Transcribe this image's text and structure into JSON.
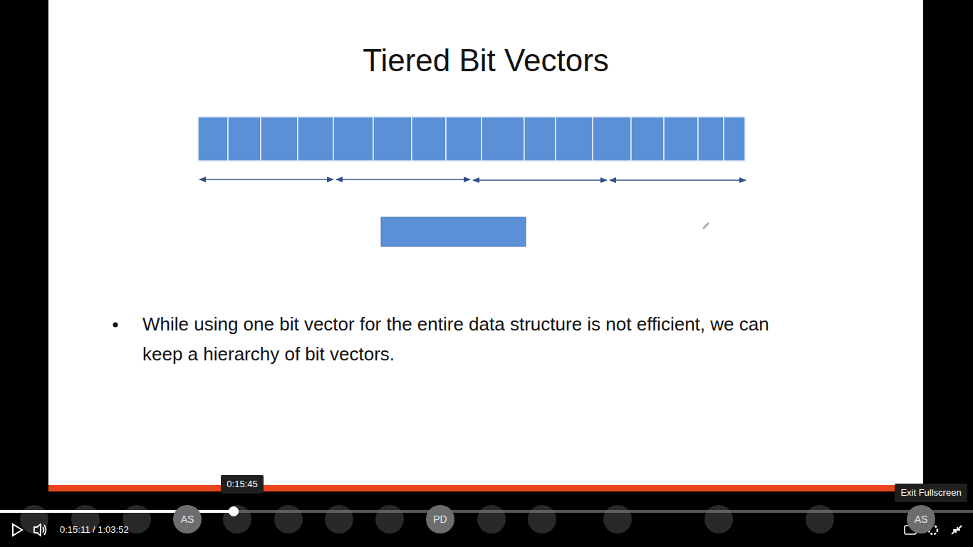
{
  "diagram": {
    "title": "Tiered Bit Vectors",
    "nodes": [
      {
        "text": [
          "0:15:45"
        ]
      },
      {
        "text": [
          "Exit Fullscreen"
        ]
      },
      {
        "text": [
          "AS"
        ]
      },
      {
        "text": [
          "PD"
        ]
      },
      {
        "text": [
          "AS"
        ]
      }
    ],
    "labels": [
      "While using one bit vector for the entire data structure is not efficient, we can keep a hierarchy of bit vectors.",
      "0:15:11 / 1:03:52"
    ]
  }
}
